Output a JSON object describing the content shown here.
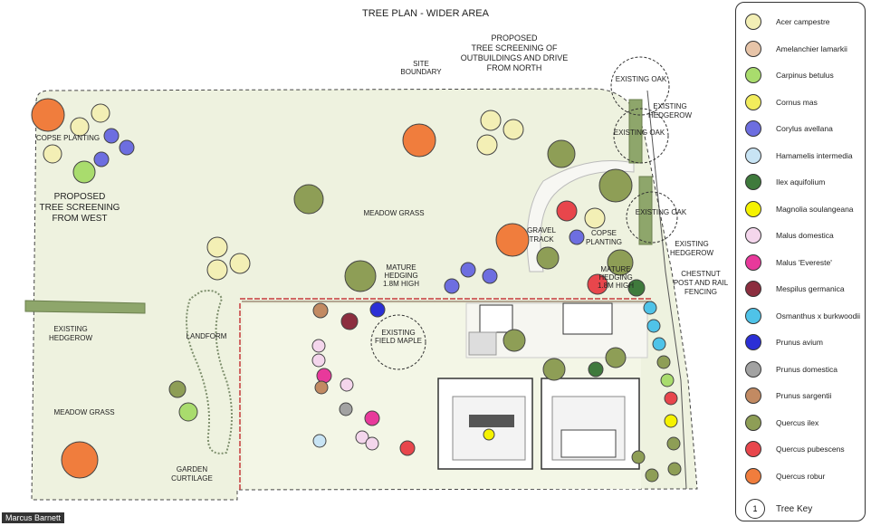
{
  "title": "TREE PLAN - WIDER AREA",
  "credit": "Marcus Barnett",
  "labels": {
    "proposed_north": [
      "PROPOSED",
      "TREE SCREENING OF",
      "OUTBUILDINGS AND DRIVE",
      "FROM NORTH"
    ],
    "site_boundary": [
      "SITE",
      "BOUNDARY"
    ],
    "copse_planting_w": "COPSE PLANTING",
    "proposed_west": [
      "PROPOSED",
      "TREE SCREENING",
      "FROM WEST"
    ],
    "meadow_grass_n": "MEADOW GRASS",
    "meadow_grass_s": "MEADOW GRASS",
    "existing_hedgerow_w": [
      "EXISTING",
      "HEDGEROW"
    ],
    "landform": "LANDFORM",
    "mature_hedging": [
      "MATURE",
      "HEDGING",
      "1.8M HIGH"
    ],
    "mature_hedging_e": [
      "MATURE",
      "HEDGING",
      "1.8M HIGH"
    ],
    "gravel_track": [
      "GRAVEL",
      "TRACK"
    ],
    "copse_planting_e": [
      "COPSE",
      "PLANTING"
    ],
    "existing_oak_1": "EXISTING OAK",
    "existing_oak_2": "EXISTING OAK",
    "existing_oak_3": "EXISTING OAK",
    "existing_hedgerow_n": [
      "EXISTING",
      "HEDGEROW"
    ],
    "existing_hedgerow_e": [
      "EXISTING",
      "HEDGEROW"
    ],
    "chestnut": [
      "CHESTNUT",
      "POST AND RAIL",
      "FENCING"
    ],
    "field_maple": [
      "EXISTING",
      "FIELD MAPLE"
    ],
    "garden_curtilage": [
      "GARDEN",
      "CURTILAGE"
    ]
  },
  "legend": [
    {
      "name": "Acer campestre",
      "color": "#f3efb5"
    },
    {
      "name": "Amelanchier lamarkii",
      "color": "#e7c4a8"
    },
    {
      "name": "Carpinus betulus",
      "color": "#a9dc6d"
    },
    {
      "name": "Cornus mas",
      "color": "#f2ec5c"
    },
    {
      "name": "Corylus avellana",
      "color": "#6d6ee0"
    },
    {
      "name": "Hamamelis intermedia",
      "color": "#c8e4f4"
    },
    {
      "name": "Ilex aquifolium",
      "color": "#3f7a3c"
    },
    {
      "name": "Magnolia soulangeana",
      "color": "#f5f200"
    },
    {
      "name": "Malus domestica",
      "color": "#f4d6ec"
    },
    {
      "name": "Malus 'Evereste'",
      "color": "#e8399b"
    },
    {
      "name": "Mespilus germanica",
      "color": "#8c2e3f"
    },
    {
      "name": "Osmanthus x burkwoodii",
      "color": "#4fc3e8"
    },
    {
      "name": "Prunus avium",
      "color": "#2b2fd6"
    },
    {
      "name": "Prunus domestica",
      "color": "#a2a2a2"
    },
    {
      "name": "Prunus sargentii",
      "color": "#c28a62"
    },
    {
      "name": "Quercus ilex",
      "color": "#8e9e56"
    },
    {
      "name": "Quercus pubescens",
      "color": "#e8464c"
    },
    {
      "name": "Quercus robur",
      "color": "#f07d3d"
    }
  ],
  "tree_key": {
    "symbol": "1",
    "label": "Tree Key"
  }
}
